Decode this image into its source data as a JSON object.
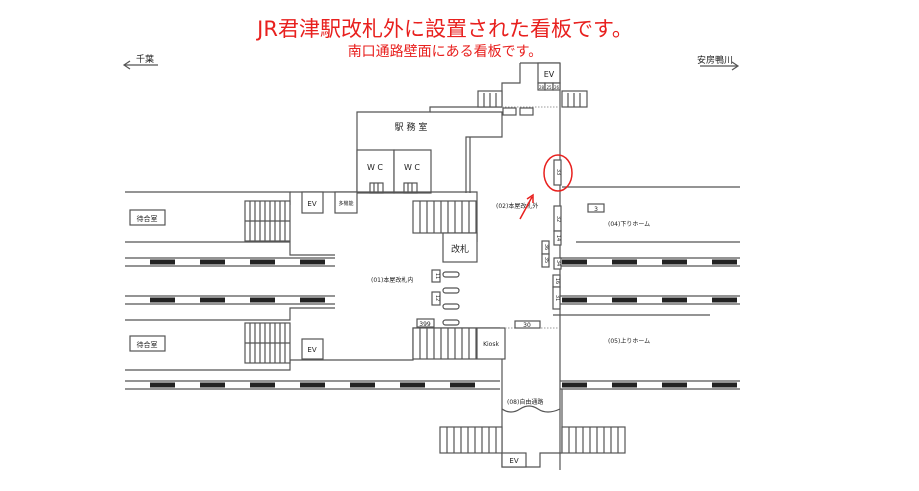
{
  "header": {
    "title": "JR君津駅改札外に設置された看板です。",
    "subtitle": "南口通路壁面にある看板です。",
    "accent_color": "#e8201e"
  },
  "directions": {
    "left": "千葉",
    "right": "安房鴨川"
  },
  "rooms": {
    "station_office": "駅 務 室",
    "wc1": "W C",
    "wc2": "W C",
    "ev_top": "EV",
    "ev_upper_left": "EV",
    "ev_lower_left": "EV",
    "ev_bottom": "EV",
    "multipurpose": "多機能",
    "waiting_room_1": "待合室",
    "waiting_room_2": "待合室",
    "ticket_gate": "改札",
    "kiosk": "Kiosk"
  },
  "areas": {
    "inside_gate": "(01)本屋改札内",
    "outside_gate": "(02)本屋改札外",
    "down_platform": "(04)下りホーム",
    "up_platform": "(05)上りホーム",
    "free_passage": "(08)自由通路"
  },
  "signs": {
    "s33": "33",
    "s32": "32",
    "s14": "14",
    "s36": "36",
    "s35": "35",
    "s34": "34",
    "s16": "16",
    "s31": "31",
    "s3": "3",
    "s30": "30",
    "s399": "399",
    "s11": "11",
    "s12": "12",
    "s28": "28",
    "s25": "25",
    "s26": "26"
  },
  "highlighted_sign": "33"
}
